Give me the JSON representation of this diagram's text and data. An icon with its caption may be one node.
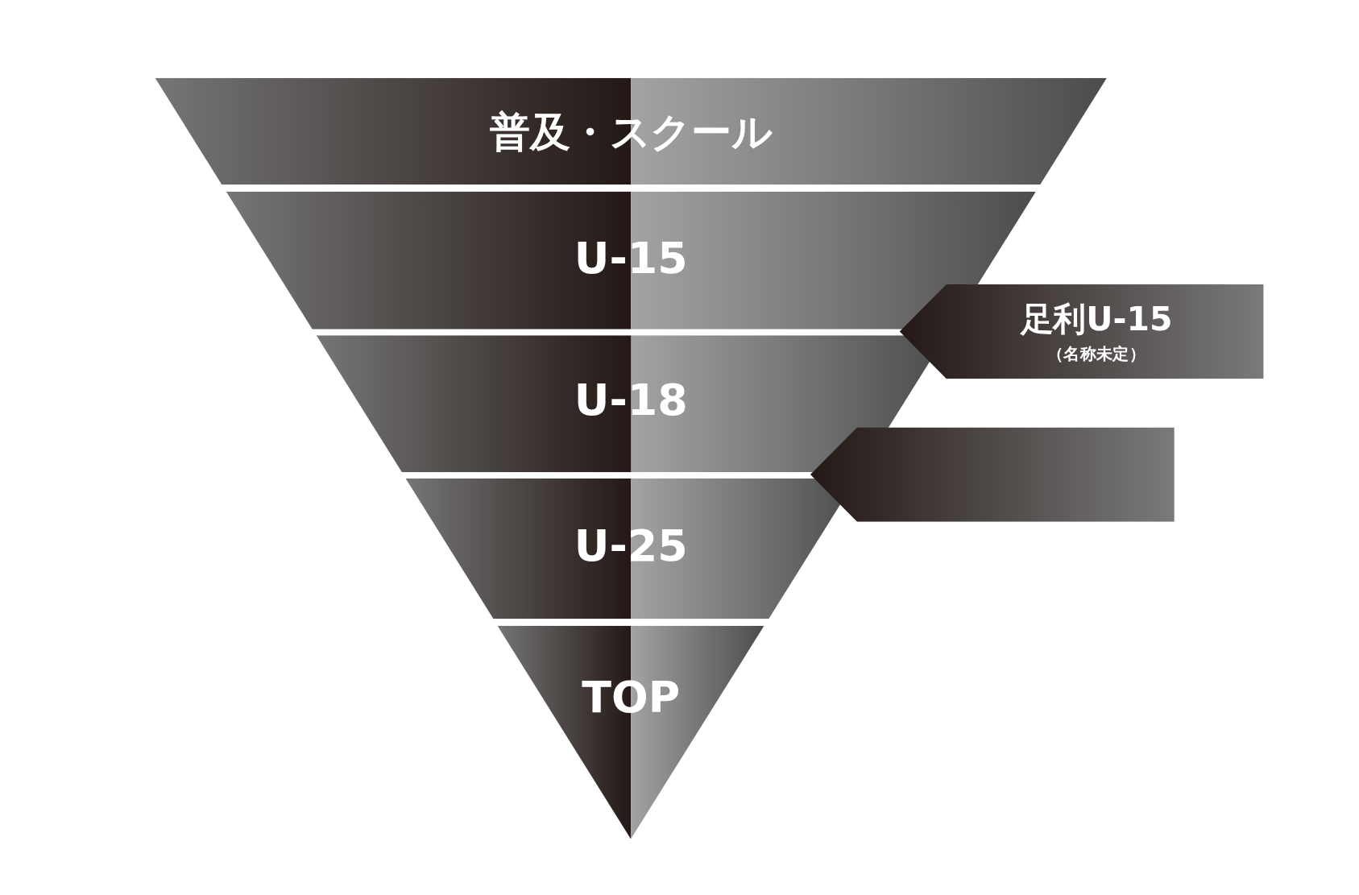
{
  "diagram": {
    "nodes": [
      {
        "text": [
          "普及・スクール"
        ]
      },
      {
        "text": [
          "U-15"
        ]
      },
      {
        "text": [
          "U-18"
        ]
      },
      {
        "text": [
          "U-25"
        ]
      },
      {
        "text": [
          "TOP"
        ]
      },
      {
        "text": [
          "足利U-15",
          "（名称未定）"
        ]
      },
      {
        "text": [],
        "shape": "box"
      }
    ]
  }
}
